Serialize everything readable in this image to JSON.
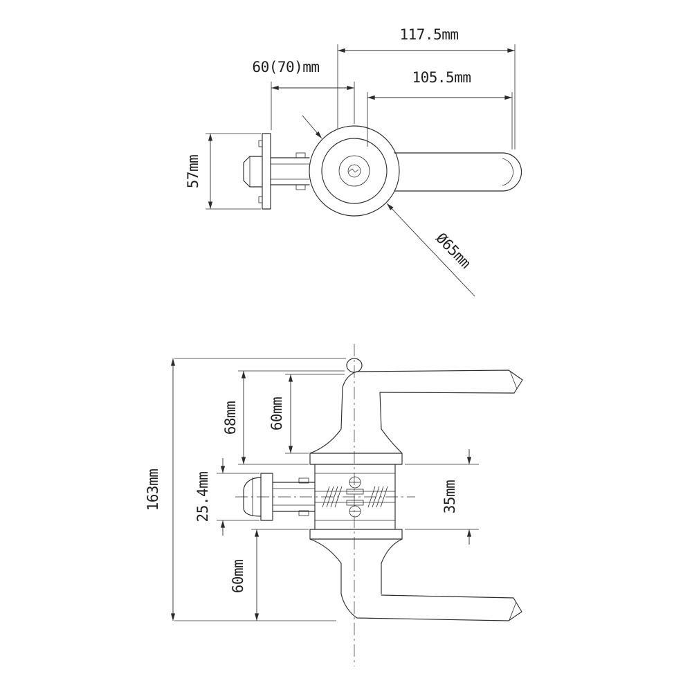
{
  "drawing": {
    "background": "#ffffff",
    "line_color": "#2b2b2b",
    "top_view": {
      "dim_width_total": "117.5mm",
      "dim_backset": "60(70)mm",
      "dim_lever_length": "105.5mm",
      "dim_faceplate_height": "57mm",
      "dim_rose_diameter": "Ø65mm"
    },
    "front_view": {
      "dim_total_height": "163mm",
      "dim_upper_a": "68mm",
      "dim_upper_b": "60mm",
      "dim_latch_height": "25.4mm",
      "dim_body_height": "35mm",
      "dim_lower": "60mm"
    }
  }
}
